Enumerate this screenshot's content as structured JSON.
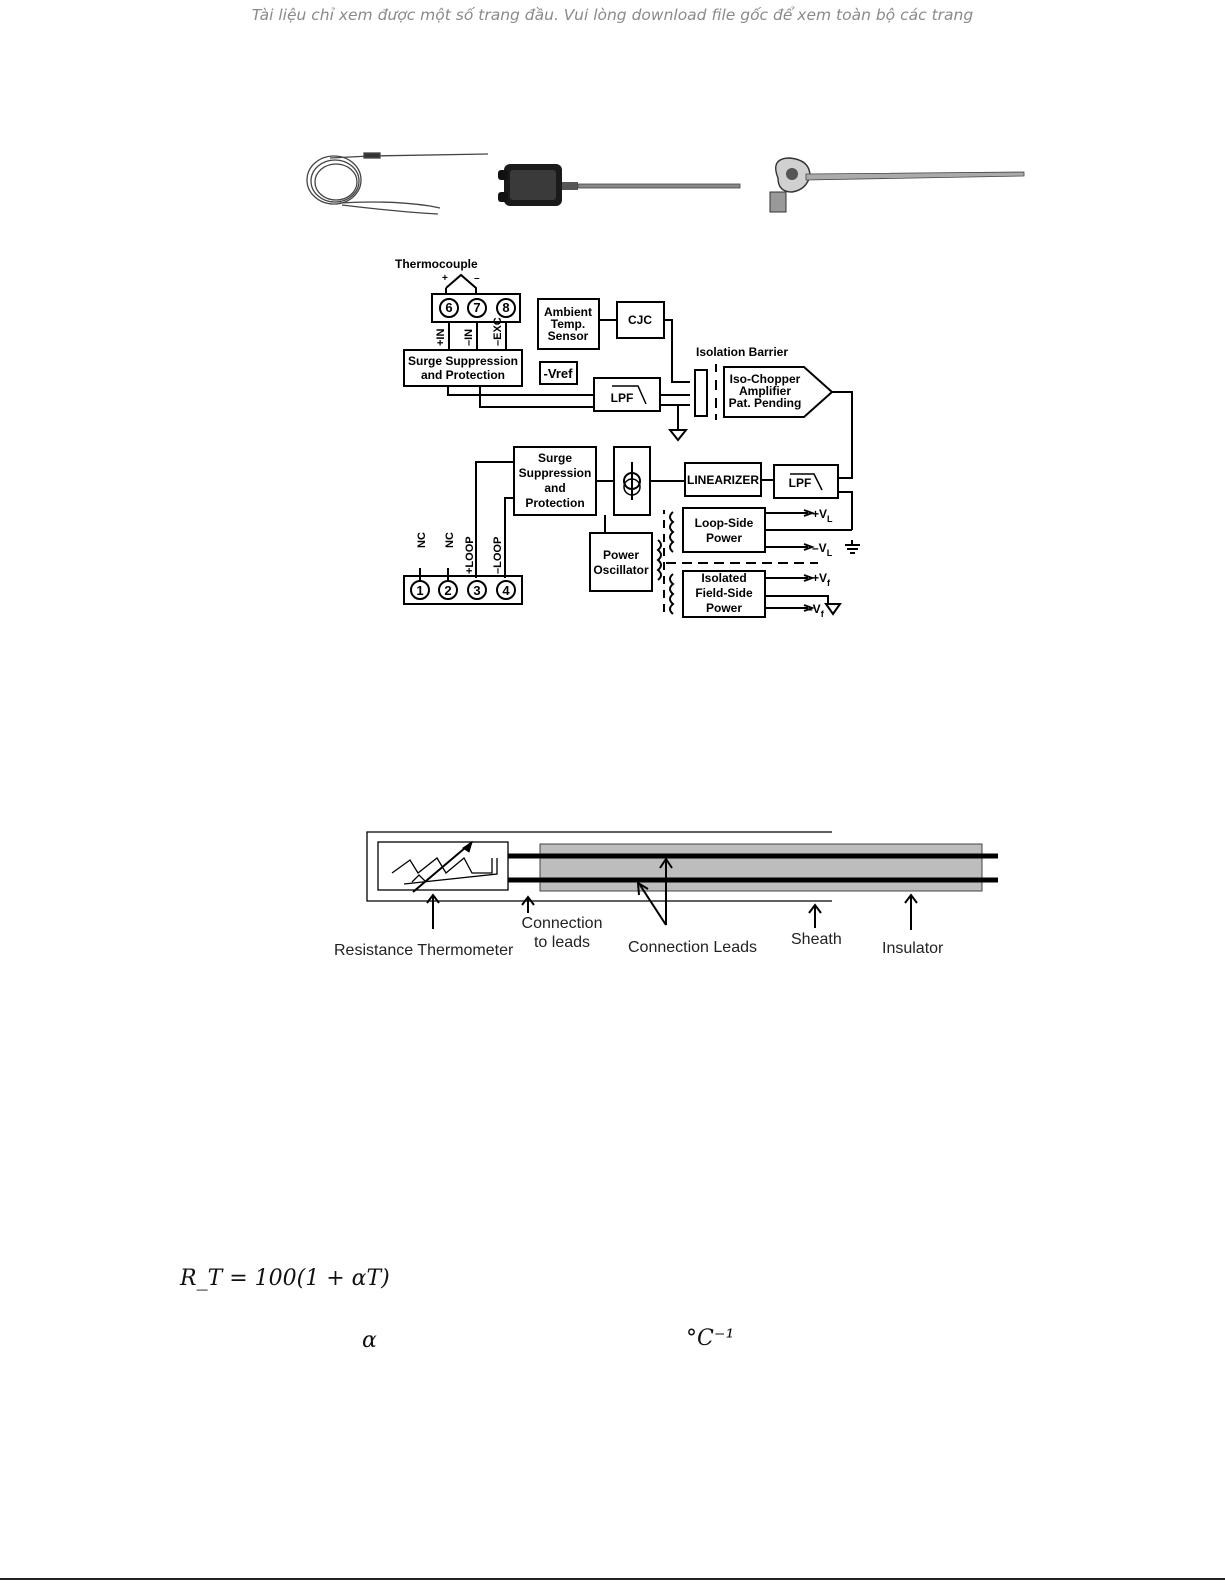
{
  "banner": {
    "notice": "Tài liệu chỉ xem được một số trang đầu. Vui lòng download file gốc để xem toàn bộ các trang"
  },
  "block_diagram": {
    "thermocouple_label": "Thermocouple",
    "thermocouple_plus": "+",
    "thermocouple_minus": "–",
    "top_terminals": [
      "6",
      "7",
      "8"
    ],
    "top_terminal_labels": [
      "+IN",
      "–IN",
      "–EXC"
    ],
    "surge_top": [
      "Surge Suppression",
      "and Protection"
    ],
    "vref": "-Vref",
    "ambient": [
      "Ambient",
      "Temp.",
      "Sensor"
    ],
    "cjc": "CJC",
    "lpf": "LPF",
    "isolation_barrier": "Isolation Barrier",
    "amplifier": [
      "Iso-Chopper",
      "Amplifier",
      "Pat. Pending"
    ],
    "surge_bottom": [
      "Surge",
      "Suppression",
      "and",
      "Protection"
    ],
    "linearizer": "LINEARIZER",
    "loop_power": [
      "Loop-Side",
      "Power"
    ],
    "power_oscillator": [
      "Power",
      "Oscillator"
    ],
    "field_power": [
      "Isolated",
      "Field-Side",
      "Power"
    ],
    "bottom_terminals": [
      "1",
      "2",
      "3",
      "4"
    ],
    "bottom_terminal_labels": [
      "NC",
      "NC",
      "+LOOP",
      "–LOOP"
    ],
    "plus_vl": "+V",
    "minus_vl": "–V",
    "plus_vf": "+V",
    "minus_vf": "–V",
    "sub_l": "L",
    "sub_f": "f"
  },
  "rtd_diagram": {
    "labels": [
      "Resistance Thermometer",
      "Connection",
      "to leads",
      "Connection Leads",
      "Sheath",
      "Insulator"
    ]
  },
  "formula": {
    "equation": "R_T = 100(1 + αT)",
    "alpha": "α",
    "unit": "°C⁻¹"
  }
}
